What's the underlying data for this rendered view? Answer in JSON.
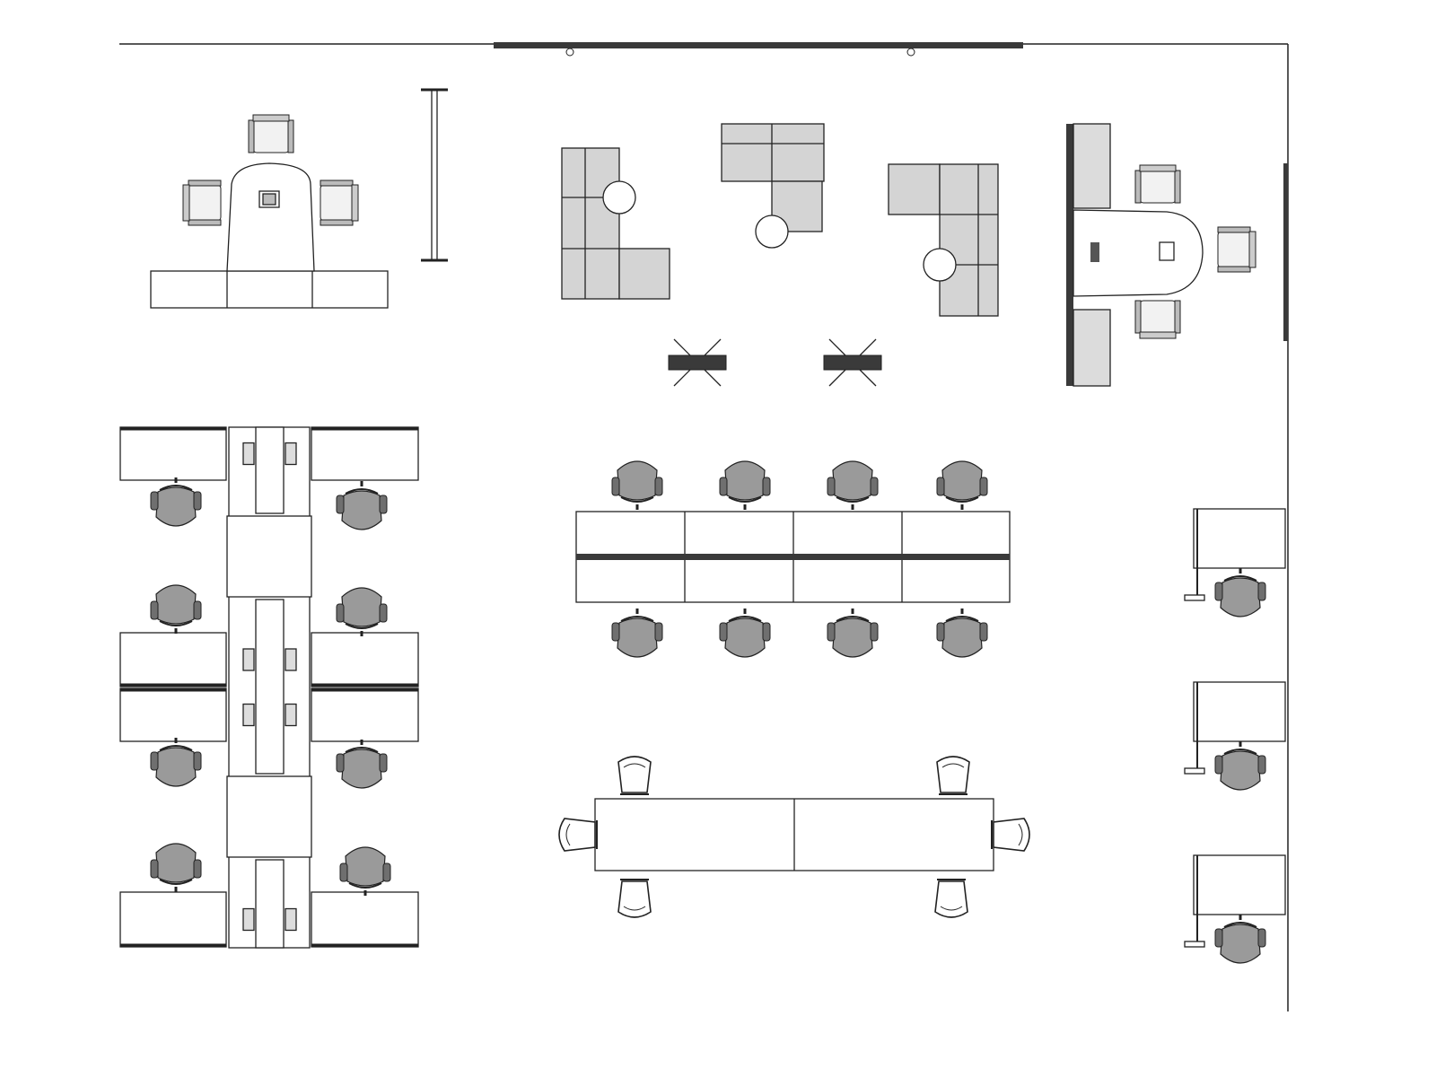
{
  "colors": {
    "background": "#ffffff",
    "line": "#222222",
    "upholstery": "#9a9a9a",
    "upholstery_dark": "#6f6f6f",
    "sofa": "#d4d4d4",
    "panel_dark": "#3a3a3a",
    "cabinet": "#dcdcdc"
  },
  "plan": {
    "zones": [
      "private-office",
      "lounge",
      "executive-office",
      "bench-workstations",
      "team-bench",
      "conference-table",
      "touchdown-desks"
    ]
  }
}
